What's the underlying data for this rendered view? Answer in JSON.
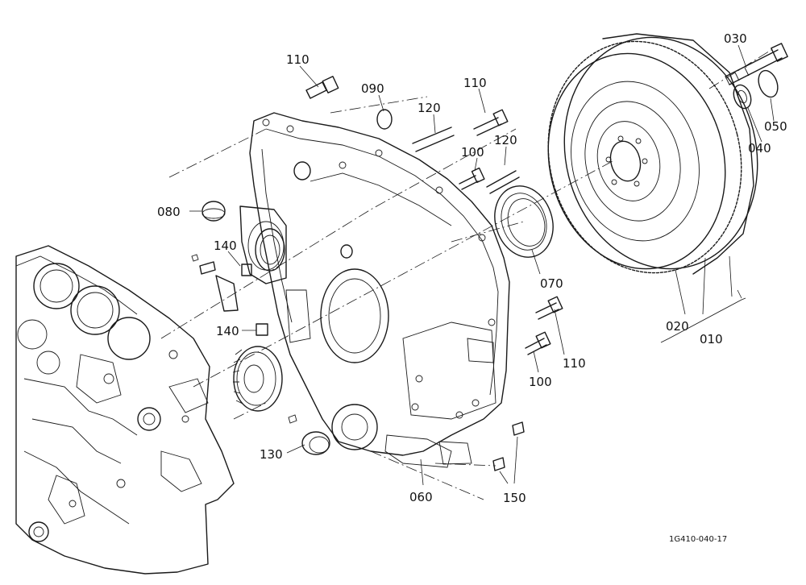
{
  "labels": {
    "l110a": "110",
    "l090": "090",
    "l120a": "120",
    "l110b": "110",
    "l100a": "100",
    "l120b": "120",
    "l030": "030",
    "l050": "050",
    "l040": "040",
    "l080": "080",
    "l140a": "140",
    "l140b": "140",
    "l070": "070",
    "l020": "020",
    "l010": "010",
    "l110c": "110",
    "l100b": "100",
    "l130": "130",
    "l060": "060",
    "l150": "150"
  },
  "drawing_code": "1G410-040-17"
}
